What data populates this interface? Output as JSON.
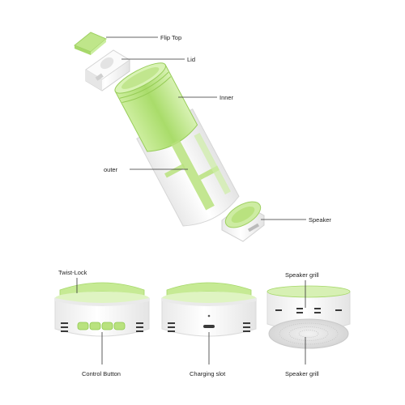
{
  "labels": {
    "flip_top": "Flip Top",
    "lid": "Lid",
    "inner": "Inner",
    "outer": "outer",
    "speaker": "Speaker",
    "twist_lock": "Twist-Lock",
    "control_button": "Control Button",
    "charging_slot": "Charging slot",
    "speaker_grill_top": "Speaker grill",
    "speaker_grill_bottom": "Speaker grill"
  },
  "colors": {
    "accent_green": "#bfe68a",
    "green_dark": "#8ec94f",
    "body_white": "#f6f6f6",
    "shadow_gray": "#d9d9d9",
    "line": "#333333"
  }
}
